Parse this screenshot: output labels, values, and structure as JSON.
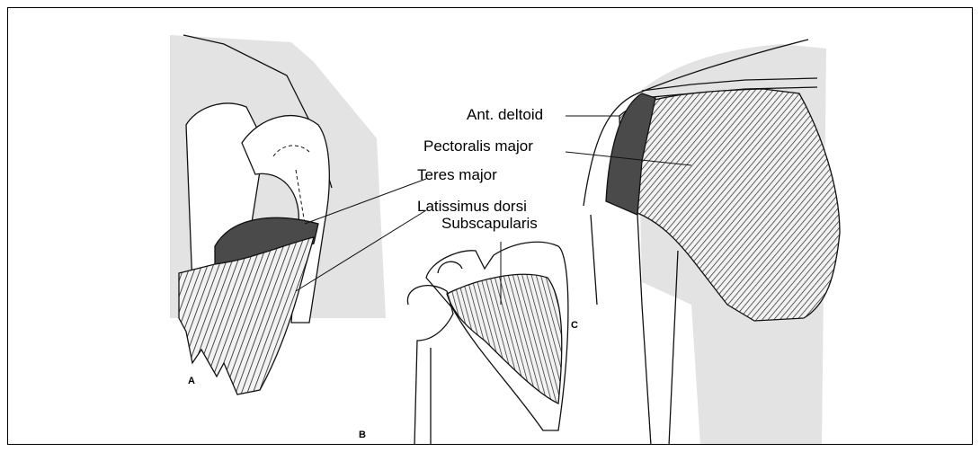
{
  "labels": {
    "teres_major": "Teres major",
    "latissimus_dorsi": "Latissimus dorsi",
    "subscapularis": "Subscapularis",
    "ant_deltoid": "Ant. deltoid",
    "pectoralis_major": "Pectoralis major"
  },
  "panels": {
    "a": "A",
    "b": "B",
    "c": "C"
  },
  "colors": {
    "skin_shade": "#e3e3e3",
    "ink": "#111111",
    "muscle_fill": "#5a5a5a"
  }
}
